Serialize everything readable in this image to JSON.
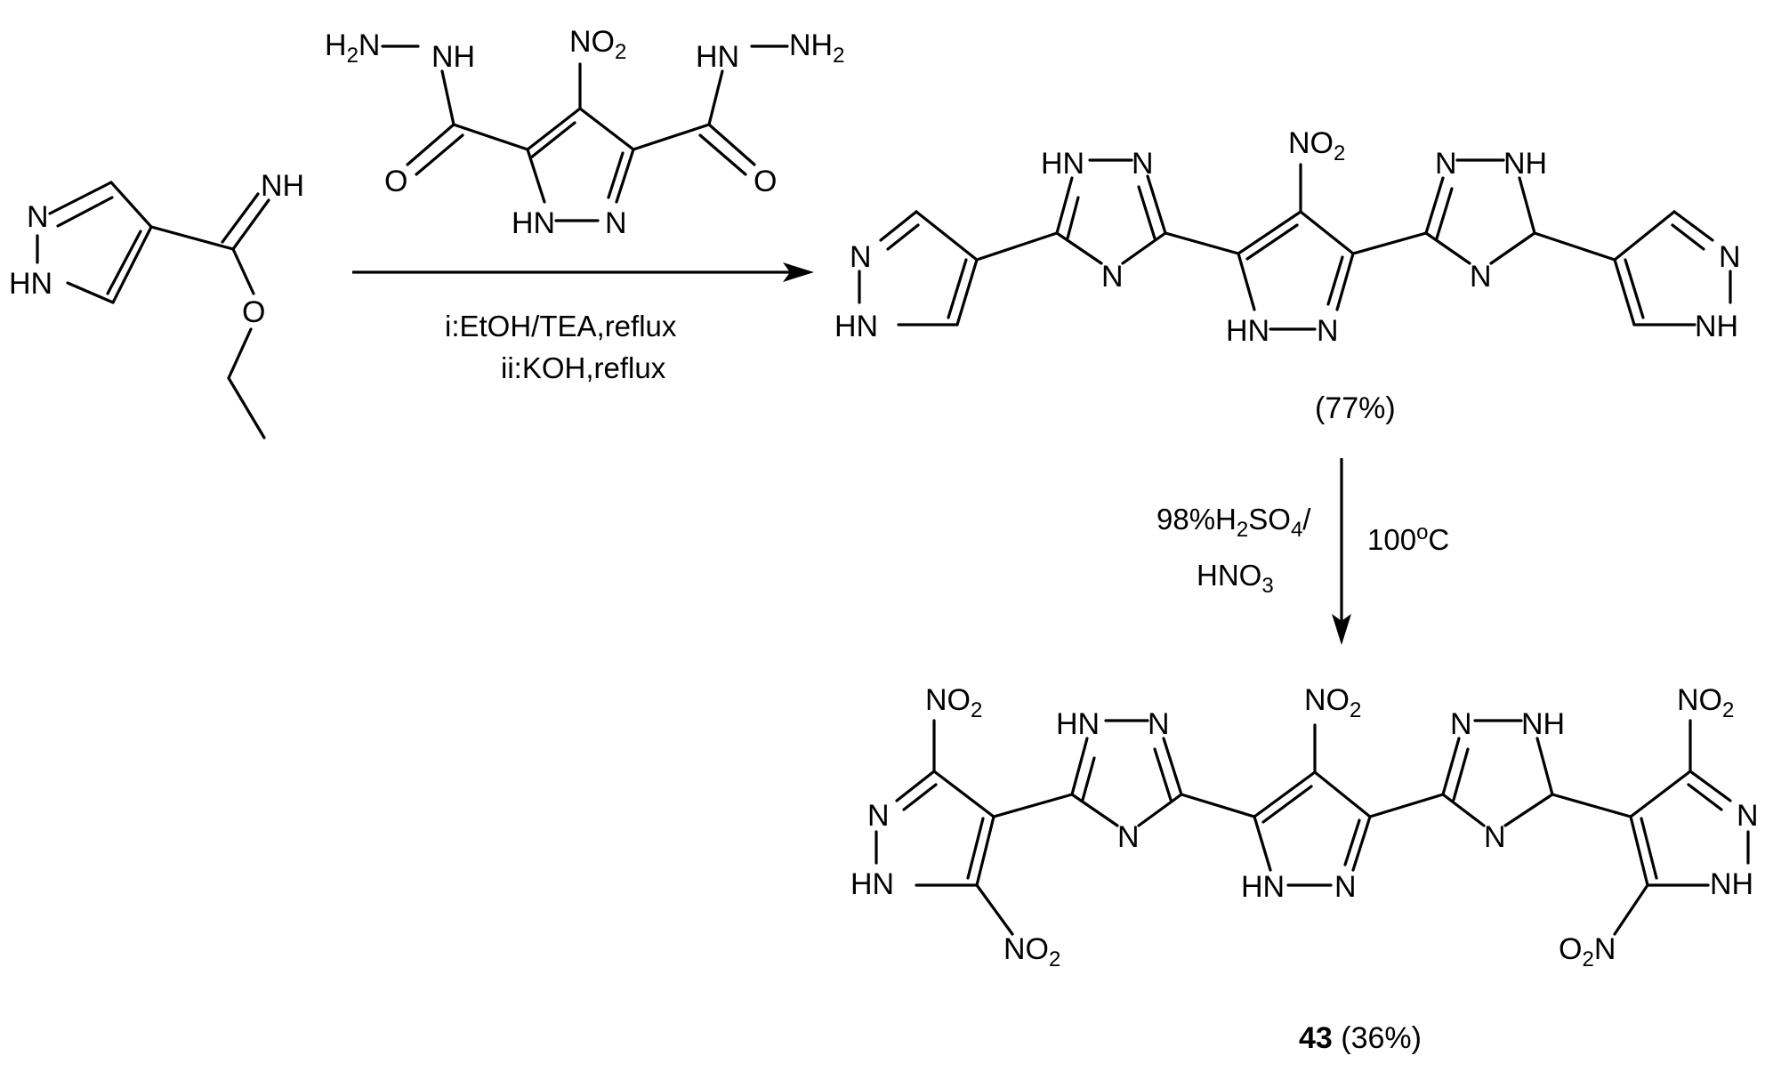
{
  "atoms": {
    "NH": "NH",
    "HN": "HN",
    "N": "N",
    "O": "O",
    "H2N": "H2N",
    "NH2": "NH2",
    "NO2": "NO2",
    "O2N": "O2N"
  },
  "reaction1": {
    "conditions_line1": "i:EtOH/TEA,reflux",
    "conditions_line2": "ii:KOH,reflux"
  },
  "intermediate": {
    "yield": "(77%)"
  },
  "reaction2": {
    "reagent_line1": "98%H2SO4/",
    "reagent_line2": "HNO3",
    "temperature": "100oC"
  },
  "product": {
    "compound_number": "43",
    "yield": "(36%)"
  }
}
